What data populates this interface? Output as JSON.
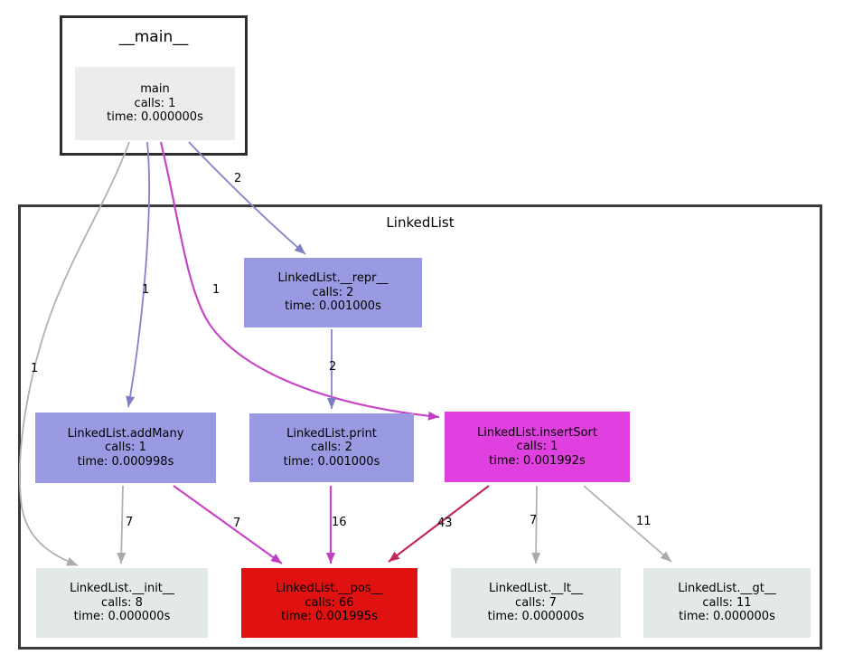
{
  "diagram": {
    "type": "call-graph",
    "clusters": [
      {
        "title": "__main__"
      },
      {
        "title": "LinkedList"
      }
    ],
    "nodes": [
      {
        "id": "main",
        "name": "main",
        "calls": "calls: 1",
        "time": "time: 0.000000s",
        "fill": "#ececec"
      },
      {
        "id": "repr",
        "name": "LinkedList.__repr__",
        "calls": "calls: 2",
        "time": "time: 0.001000s",
        "fill": "#9a9ae2"
      },
      {
        "id": "addmany",
        "name": "LinkedList.addMany",
        "calls": "calls: 1",
        "time": "time: 0.000998s",
        "fill": "#9a9ae2"
      },
      {
        "id": "print",
        "name": "LinkedList.print",
        "calls": "calls: 2",
        "time": "time: 0.001000s",
        "fill": "#9a9ae2"
      },
      {
        "id": "insertsort",
        "name": "LinkedList.insertSort",
        "calls": "calls: 1",
        "time": "time: 0.001992s",
        "fill": "#e040e0"
      },
      {
        "id": "init",
        "name": "LinkedList.__init__",
        "calls": "calls: 8",
        "time": "time: 0.000000s",
        "fill": "#e3e8e8"
      },
      {
        "id": "pos",
        "name": "LinkedList.__pos__",
        "calls": "calls: 66",
        "time": "time: 0.001995s",
        "fill": "#e01111"
      },
      {
        "id": "lt",
        "name": "LinkedList.__lt__",
        "calls": "calls: 7",
        "time": "time: 0.000000s",
        "fill": "#e3e8e8"
      },
      {
        "id": "gt",
        "name": "LinkedList.__gt__",
        "calls": "calls: 11",
        "time": "time: 0.000000s",
        "fill": "#e3e8e8"
      }
    ],
    "edges": [
      {
        "from": "main",
        "to": "LinkedList.__init__",
        "label": "1",
        "color": "#b1b1b1"
      },
      {
        "from": "main",
        "to": "LinkedList.addMany",
        "label": "1",
        "color": "#8383c8"
      },
      {
        "from": "main",
        "to": "LinkedList.insertSort",
        "label": "1",
        "color": "#c845c8"
      },
      {
        "from": "main",
        "to": "LinkedList.__repr__",
        "label": "2",
        "color": "#8383c8"
      },
      {
        "from": "LinkedList.__repr__",
        "to": "LinkedList.print",
        "label": "2",
        "color": "#8383c8"
      },
      {
        "from": "LinkedList.addMany",
        "to": "LinkedList.__init__",
        "label": "7",
        "color": "#b1b1b1"
      },
      {
        "from": "LinkedList.addMany",
        "to": "LinkedList.__pos__",
        "label": "7",
        "color": "#c845c8"
      },
      {
        "from": "LinkedList.print",
        "to": "LinkedList.__pos__",
        "label": "16",
        "color": "#c845c8"
      },
      {
        "from": "LinkedList.insertSort",
        "to": "LinkedList.__pos__",
        "label": "43",
        "color": "#c12a5e"
      },
      {
        "from": "LinkedList.insertSort",
        "to": "LinkedList.__lt__",
        "label": "7",
        "color": "#b1b1b1"
      },
      {
        "from": "LinkedList.insertSort",
        "to": "LinkedList.__gt__",
        "label": "11",
        "color": "#b1b1b1"
      }
    ],
    "colors": {
      "cluster_border": "#333333",
      "node_purple": "#9a9ae2",
      "node_magenta": "#e040e0",
      "node_red": "#e01111",
      "node_lightgray": "#e3e8e8",
      "node_gray": "#ececec",
      "edge_slate": "#8383c8",
      "edge_magenta": "#c845c8",
      "edge_crimson": "#c12a5e",
      "edge_gray": "#b1b1b1"
    }
  }
}
